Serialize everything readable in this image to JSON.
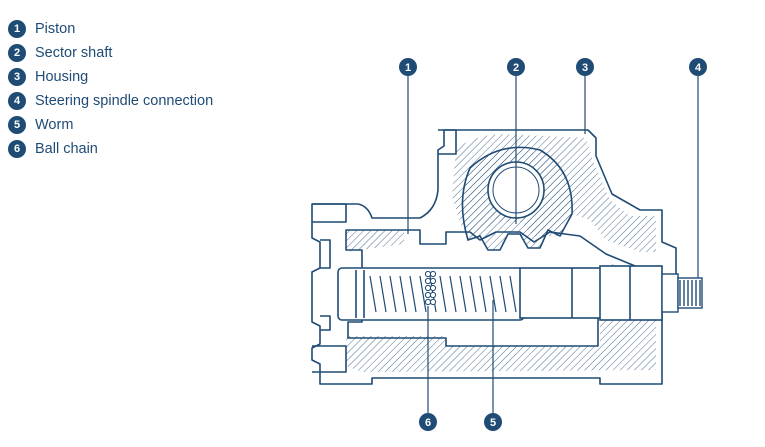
{
  "legend": [
    {
      "number": "1",
      "label": "Piston"
    },
    {
      "number": "2",
      "label": "Sector shaft"
    },
    {
      "number": "3",
      "label": "Housing"
    },
    {
      "number": "4",
      "label": "Steering spindle connection"
    },
    {
      "number": "5",
      "label": "Worm"
    },
    {
      "number": "6",
      "label": "Ball chain"
    }
  ],
  "callouts": [
    "1",
    "2",
    "3",
    "4",
    "5",
    "6"
  ],
  "colors": {
    "accent": "#1f4b75",
    "outline": "#1f4b75",
    "fill": "#ffffff"
  }
}
